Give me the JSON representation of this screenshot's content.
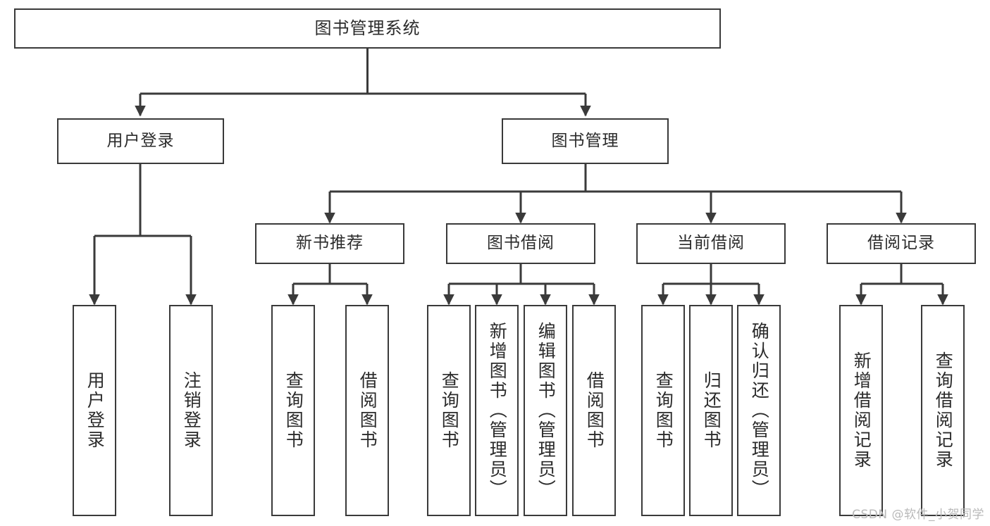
{
  "diagram": {
    "title": "图书管理系统",
    "type": "tree",
    "watermark": "CSDN @软件_小贺同学",
    "line_color": "#3a3a3a",
    "box_fill": "#ffffff",
    "text_color": "#2b2b2b"
  },
  "nodes": {
    "root": {
      "label": "图书管理系统"
    },
    "level2": [
      {
        "id": "user-login",
        "label": "用户登录"
      },
      {
        "id": "book-manage",
        "label": "图书管理"
      }
    ],
    "level3": [
      {
        "id": "new-book-recommend",
        "label": "新书推荐"
      },
      {
        "id": "book-borrow",
        "label": "图书借阅"
      },
      {
        "id": "current-borrow",
        "label": "当前借阅"
      },
      {
        "id": "borrow-record",
        "label": "借阅记录"
      }
    ],
    "leaves": {
      "user_login": [
        {
          "id": "leaf-user-login",
          "label": "用户登录"
        },
        {
          "id": "leaf-logout",
          "label": "注销登录"
        }
      ],
      "new_book_recommend": [
        {
          "id": "leaf-query-book-1",
          "label": "查询图书"
        },
        {
          "id": "leaf-borrow-book-1",
          "label": "借阅图书"
        }
      ],
      "book_borrow": [
        {
          "id": "leaf-query-book-2",
          "label": "查询图书"
        },
        {
          "id": "leaf-add-book",
          "label": "新增图书（管理员）"
        },
        {
          "id": "leaf-edit-book",
          "label": "编辑图书（管理员）"
        },
        {
          "id": "leaf-borrow-book-2",
          "label": "借阅图书"
        }
      ],
      "current_borrow": [
        {
          "id": "leaf-query-book-3",
          "label": "查询图书"
        },
        {
          "id": "leaf-return-book",
          "label": "归还图书"
        },
        {
          "id": "leaf-confirm-return",
          "label": "确认归还（管理员）"
        }
      ],
      "borrow_record": [
        {
          "id": "leaf-add-record",
          "label": "新增借阅记录"
        },
        {
          "id": "leaf-query-record",
          "label": "查询借阅记录"
        }
      ]
    }
  }
}
